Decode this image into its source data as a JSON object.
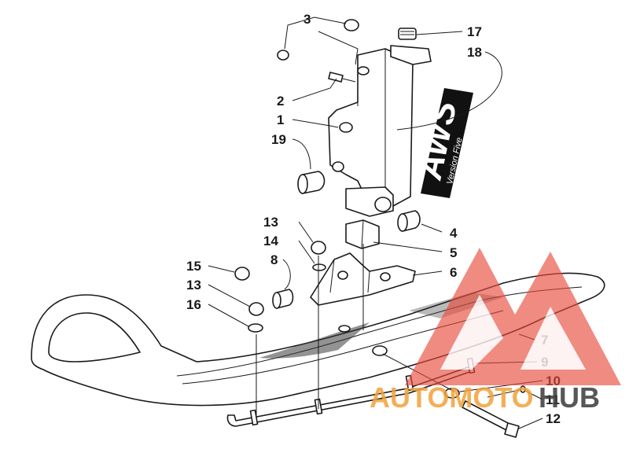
{
  "decal": {
    "brand": "AWS",
    "subtitle": "Version Five"
  },
  "watermark": {
    "word_a": "AUTOMOTO",
    "word_b": "HUB",
    "colors": {
      "accent": "#e84a3c",
      "orange": "#f2a23a",
      "dark": "#3a3a3a"
    }
  },
  "callouts": [
    "3",
    "17",
    "18",
    "2",
    "1",
    "19",
    "4",
    "5",
    "13",
    "14",
    "8",
    "6",
    "15",
    "13",
    "16",
    "7",
    "9",
    "10",
    "11",
    "12"
  ]
}
